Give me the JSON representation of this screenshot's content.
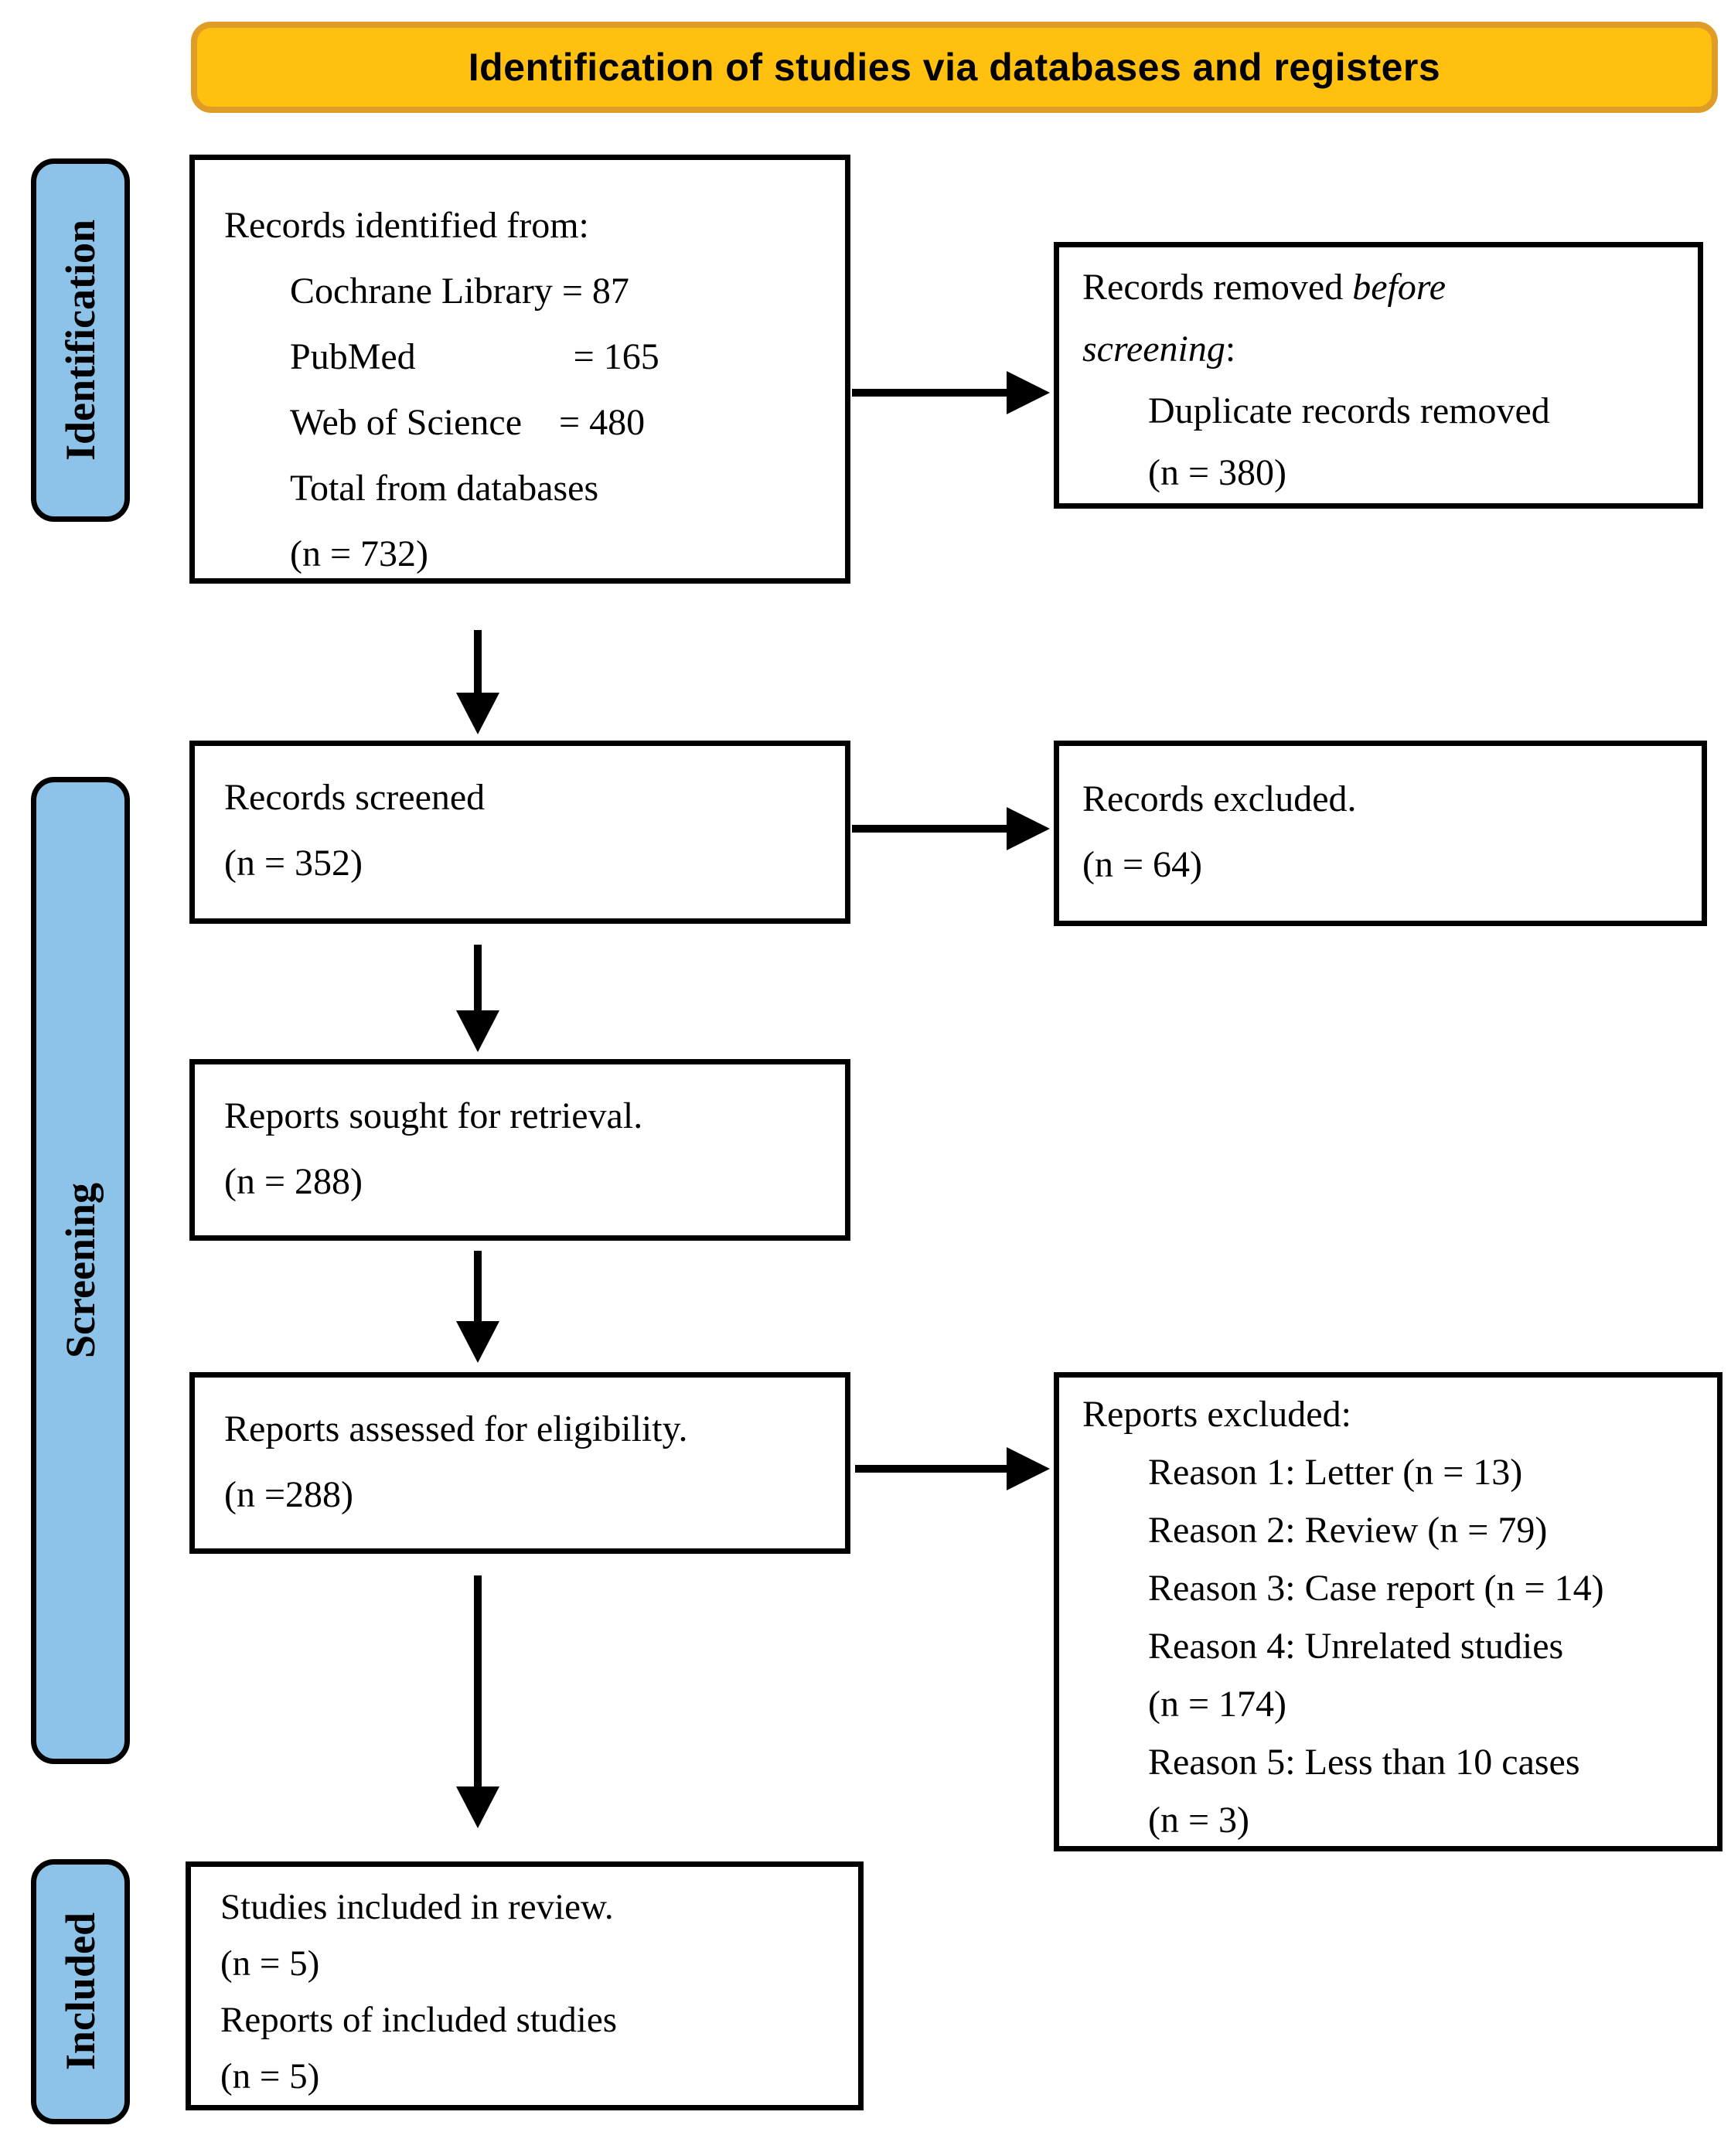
{
  "banner": {
    "title": "Identification of studies via databases and registers"
  },
  "stages": [
    {
      "label": "Identification"
    },
    {
      "label": "Screening"
    },
    {
      "label": "Included"
    }
  ],
  "boxes": {
    "records_identified": {
      "title": "Records identified from:",
      "lines": [
        "Cochrane Library = 87",
        "PubMed                 = 165",
        "Web of Science    = 480",
        "Total from databases",
        "(n = 732)"
      ]
    },
    "records_removed": {
      "line1_normal": "Records removed ",
      "line1_italic": "before",
      "line2_italic": "screening",
      "line2_normal": ":",
      "lines": [
        "Duplicate records removed",
        "(n = 380)"
      ]
    },
    "records_screened": {
      "lines": [
        "Records screened",
        "(n = 352)"
      ]
    },
    "records_excluded": {
      "lines": [
        "Records excluded.",
        "(n = 64)"
      ]
    },
    "reports_sought": {
      "lines": [
        "Reports sought for retrieval.",
        "(n = 288)"
      ]
    },
    "reports_assessed": {
      "lines": [
        "Reports assessed for eligibility.",
        "(n =288)"
      ]
    },
    "reports_excluded": {
      "title": "Reports excluded:",
      "reasons": [
        "Reason 1: Letter (n = 13)",
        "Reason 2: Review (n = 79)",
        "Reason 3: Case report (n = 14)",
        "Reason 4: Unrelated studies",
        "(n = 174)",
        "Reason 5: Less than 10 cases",
        "(n = 3)"
      ]
    },
    "studies_included": {
      "lines": [
        "Studies included in review.",
        "(n = 5)",
        "Reports of included studies",
        "(n = 5)"
      ]
    }
  },
  "colors": {
    "banner_fill": "#FFC010",
    "banner_border": "#DF9D27",
    "stage_fill": "#8DC3E9",
    "box_border": "#000000",
    "arrow": "#000000"
  }
}
